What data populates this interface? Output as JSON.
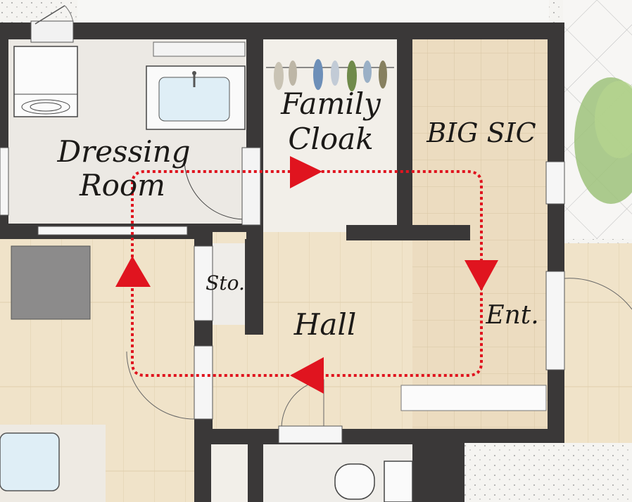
{
  "rooms": {
    "dressing_line1": "Dressing",
    "dressing_line2": "Room",
    "cloak_line1": "Family",
    "cloak_line2": "Cloak",
    "sic": "BIG SIC",
    "storage": "Sto.",
    "hall": "Hall",
    "entrance": "Ent."
  },
  "colors": {
    "wall": "#3a3838",
    "floor_wood": "#efe2c9",
    "floor_tile": "#ecdcc0",
    "floor_white": "#ece9e4",
    "route": "#e0141f",
    "greenery": "#9dc27a"
  },
  "route": {
    "style": "dotted loop",
    "arrows": [
      "right",
      "down",
      "left",
      "up"
    ]
  }
}
